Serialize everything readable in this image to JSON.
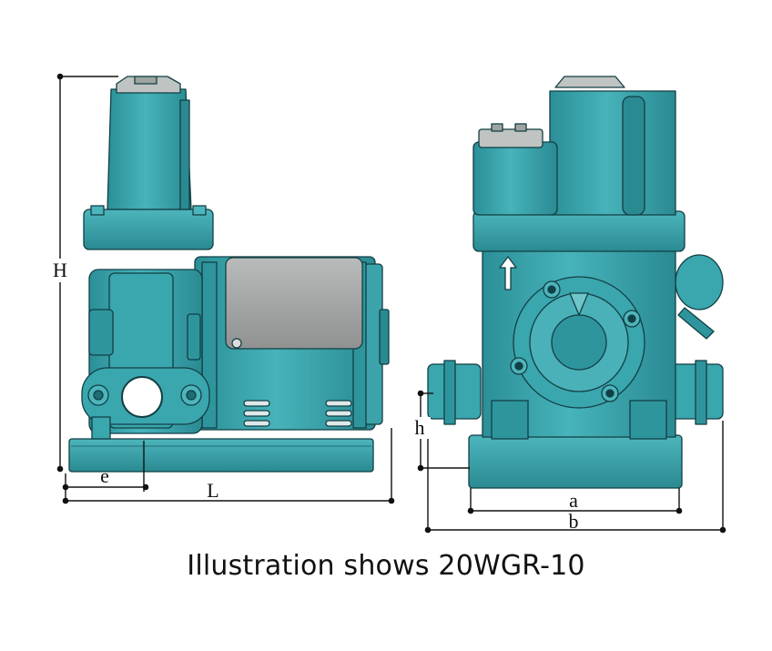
{
  "dimensions": {
    "H": "H",
    "h": "h",
    "e": "e",
    "L": "L",
    "a": "a",
    "b": "b"
  },
  "caption": "Illustration shows 20WGR-10",
  "colors": {
    "body": "#3aa6ae",
    "body_dark": "#1d6d74",
    "body_light": "#73c7cc",
    "motor_cover": "#a8aaa9",
    "cap": "#bfc3c2"
  }
}
